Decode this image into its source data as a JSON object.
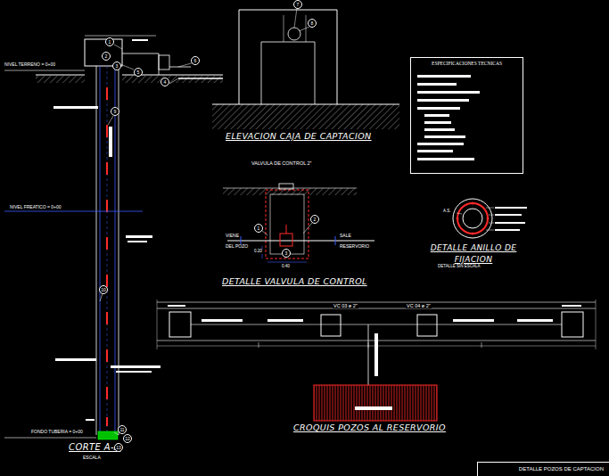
{
  "diagram": {
    "nodes": [
      {
        "text": [
          "7"
        ]
      },
      {
        "text": [
          "8"
        ]
      },
      {
        "text": [
          "1"
        ]
      },
      {
        "text": [
          "2"
        ]
      },
      {
        "text": [
          "6"
        ]
      },
      {
        "text": [
          "3"
        ]
      },
      {
        "text": [
          "4"
        ]
      },
      {
        "text": [
          "5"
        ]
      },
      {
        "text": [
          "ESPECIFICACIONES TECNICAS"
        ]
      },
      {
        "text": [
          "9"
        ]
      },
      {
        "text": [
          "2"
        ]
      },
      {
        "text": [
          "1"
        ]
      },
      {
        "text": [
          "3"
        ]
      },
      {
        "text": [
          "10"
        ]
      },
      {
        "text": [
          "11"
        ]
      },
      {
        "text": [
          "12"
        ]
      },
      {
        "text": [
          "13"
        ]
      },
      {
        "text": [
          "DETALLE POZOS DE CAPTACION"
        ]
      }
    ],
    "labels": [
      "NIVEL TERRENO = 0+00",
      "NIVEL FREATICO = 0+00",
      "FONDO TUBERIA = 0+00",
      "CORTE A-A",
      "ESCALA",
      "ELEVACION CAJA DE CAPTACION",
      "VALVULA DE CONTROL 2\"",
      "VIENE",
      "DEL POZO",
      "SALE",
      "RESERVORIO",
      "0.20",
      "0.40",
      "DETALLE VALVULA DE CONTROL",
      "A.S.",
      "DETALLE ANILLO DE FIJACION",
      "DETALLE SIN ESCALA",
      "VC 03 ø 2\"",
      "VC 04 ø 2\"",
      "CROQUIS POZOS AL RESERVORIO"
    ]
  }
}
